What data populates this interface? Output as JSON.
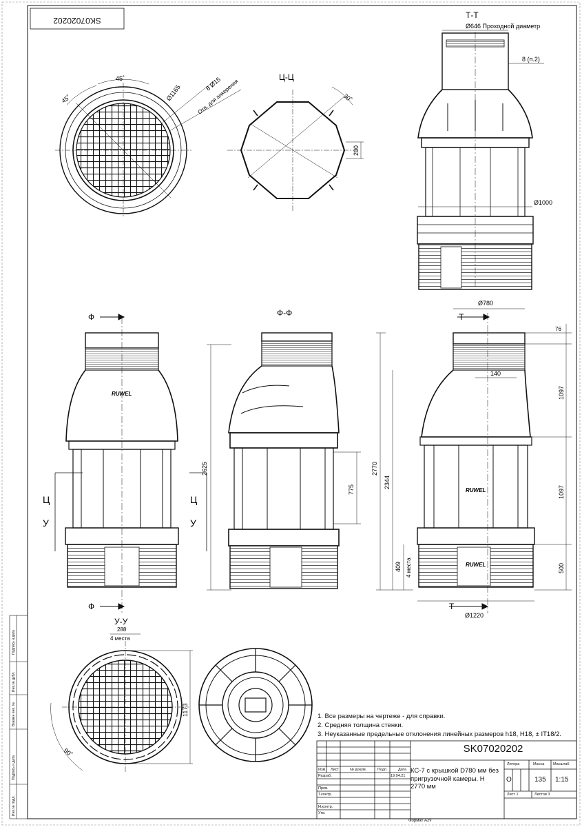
{
  "drawing_code": "SK07020202",
  "sections": {
    "tt": "Т-Т",
    "cc": "Ц-Ц",
    "ff": "Ф-Ф",
    "uu": "У-У",
    "f_marker": "Ф",
    "t_marker": "Т",
    "c_marker": "Ц",
    "u_marker": "У"
  },
  "dimensions": {
    "d646": "Ø646  Проходной диаметр",
    "wall8": "8  (п.2)",
    "d1000": "Ø1000",
    "d780": "Ø780",
    "d1220": "Ø1220",
    "d1165": "Ø1165",
    "anchor": "8  Ø15",
    "anchor_note": "Отв. для анкерения",
    "a45a": "45˚",
    "a45b": "45˚",
    "a30": "30˚",
    "a90": "90˚",
    "d200": "200",
    "h2625": "2625",
    "h775": "775",
    "h2770": "2770",
    "h2344": "2344",
    "h409": "409",
    "four_places_v": "4 места",
    "h76": "76",
    "h1097a": "1097",
    "h1097b": "1097",
    "h500": "500",
    "w140": "140",
    "w288": "288",
    "four_places": "4 места",
    "d1173": "1173"
  },
  "brand": "RUWEL",
  "notes": [
    "1. Все размеры на чертеже - для справки.",
    "2. Средняя толщина стенки.",
    "3. Неуказанные предельные отклонения линейных размеров h18, H18, ± IT18/2."
  ],
  "title_block": {
    "code": "SK07020202",
    "title": "КС-7 с крышкой D780 мм без пригрузочной камеры. Н 2770 мм",
    "col_headers": [
      "Изм",
      "Лист",
      "№ докум.",
      "Подп.",
      "Дата"
    ],
    "rows": [
      "Разраб.",
      "Пров.",
      "Т.контр.",
      "",
      "Н.контр.",
      "Утв."
    ],
    "date": "19.04.21",
    "litera_label": "Литера",
    "mass_label": "Масса",
    "scale_label": "Масштаб",
    "litera": "O",
    "mass": "135",
    "scale": "1:15",
    "sheet": "Лист 1",
    "sheets": "Листов 3"
  },
  "side_stamps": [
    "Подпись и дата",
    "Инв.№ дубл.",
    "Взамен инв. №",
    "Подпись и дата",
    "Инв.№ подл."
  ],
  "format": "Формат А2v"
}
